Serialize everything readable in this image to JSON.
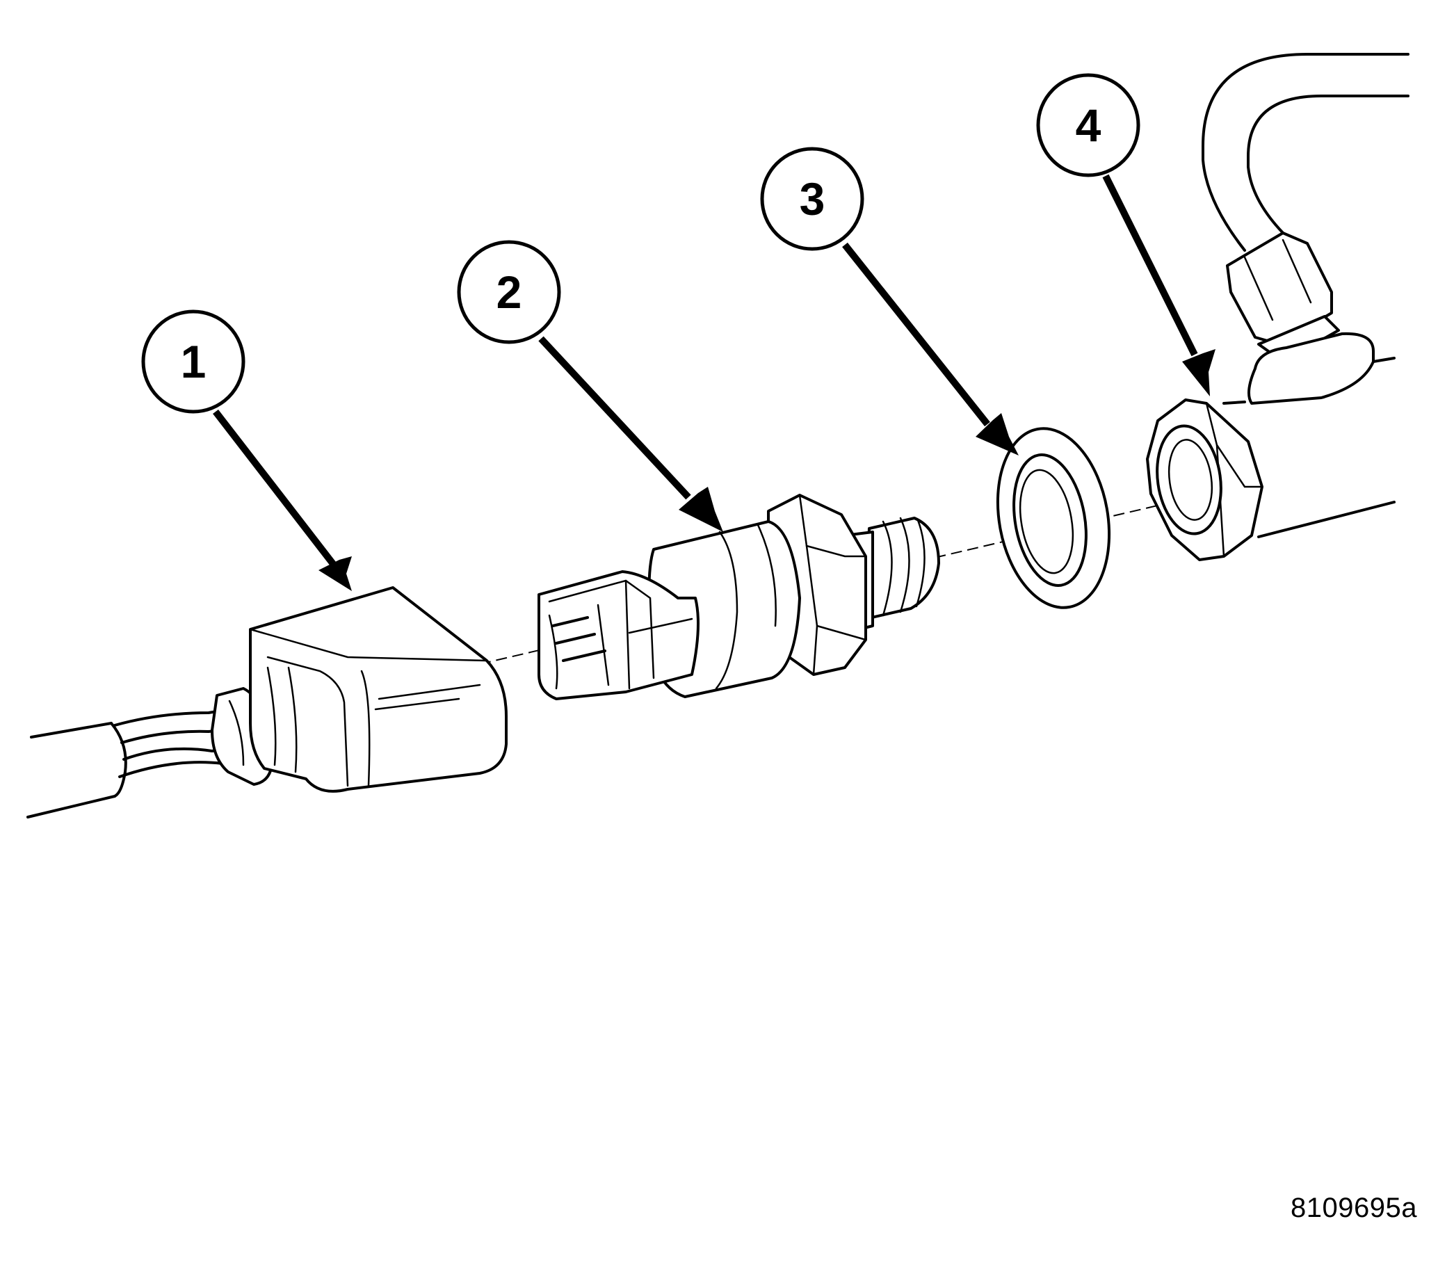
{
  "callouts": [
    {
      "number": "1",
      "part": "wiring-connector"
    },
    {
      "number": "2",
      "part": "pressure-sensor"
    },
    {
      "number": "3",
      "part": "sealing-washer"
    },
    {
      "number": "4",
      "part": "mounting-nut"
    }
  ],
  "figure_id": "8109695a",
  "colors": {
    "line": "#000000",
    "fill": "#ffffff"
  }
}
